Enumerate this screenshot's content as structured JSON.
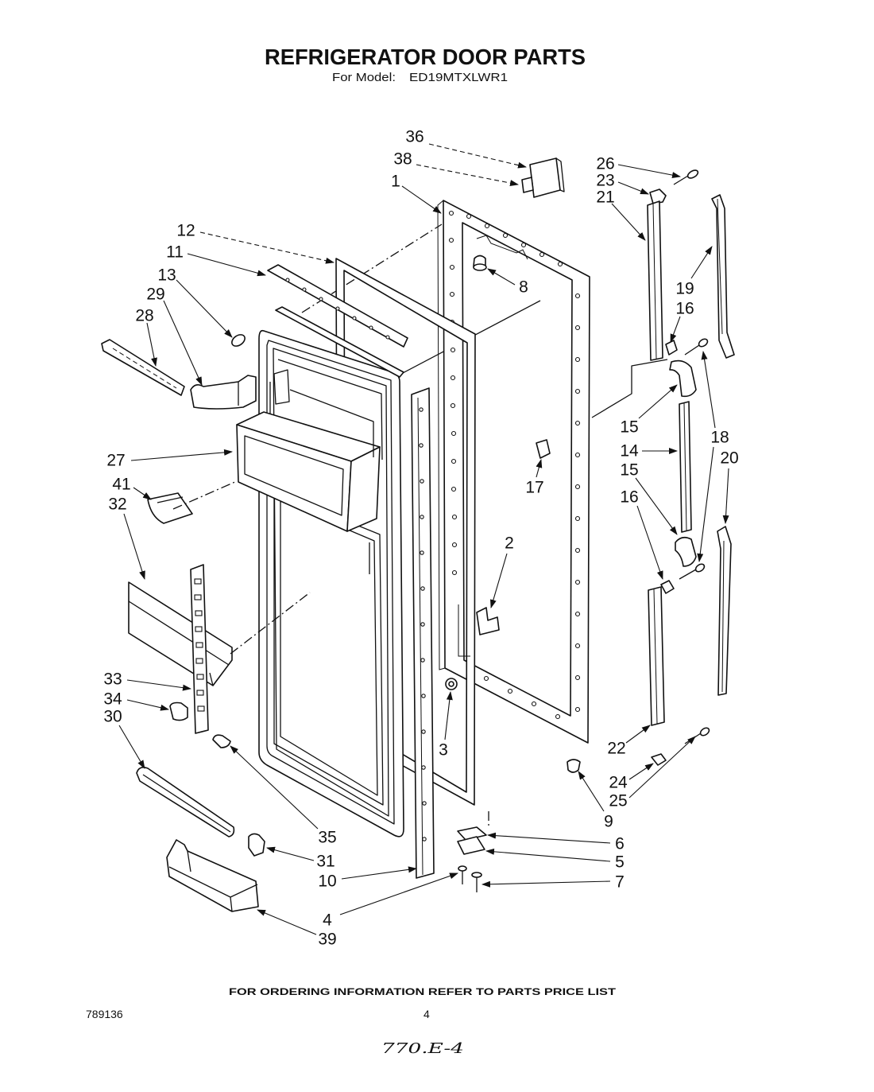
{
  "header": {
    "title": "REFRIGERATOR DOOR PARTS",
    "model_label": "For Model:",
    "model_number": "ED19MTXLWR1"
  },
  "diagram": {
    "callouts": [
      "36",
      "38",
      "1",
      "12",
      "11",
      "13",
      "29",
      "28",
      "8",
      "26",
      "23",
      "21",
      "19",
      "16",
      "15",
      "14",
      "15",
      "16",
      "18",
      "20",
      "17",
      "27",
      "41",
      "32",
      "2",
      "33",
      "34",
      "30",
      "3",
      "22",
      "24",
      "25",
      "9",
      "35",
      "6",
      "31",
      "5",
      "10",
      "7",
      "4",
      "39"
    ]
  },
  "footer": {
    "ordering_note": "FOR ORDERING INFORMATION REFER TO PARTS PRICE LIST",
    "doc_number": "789136",
    "page_number": "4",
    "handwritten_note": "770.E-4"
  },
  "colors": {
    "ink": "#111111",
    "paper": "#ffffff"
  }
}
